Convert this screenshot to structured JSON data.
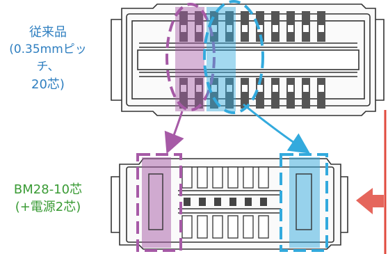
{
  "legacy_connector": {
    "line1": "従来品",
    "line2": "(0.35mmピッチ、",
    "line3": "20芯)"
  },
  "new_connector": {
    "line1": "BM28-10芯",
    "line2": "(+電源2芯)"
  },
  "colors": {
    "legacy_label": "#2f7fc0",
    "new_label": "#3a9b35",
    "purple_highlight": "#a65aa6",
    "cyan_highlight": "#33aadd",
    "arrow_red": "#e04b3f",
    "outline": "#333333"
  }
}
